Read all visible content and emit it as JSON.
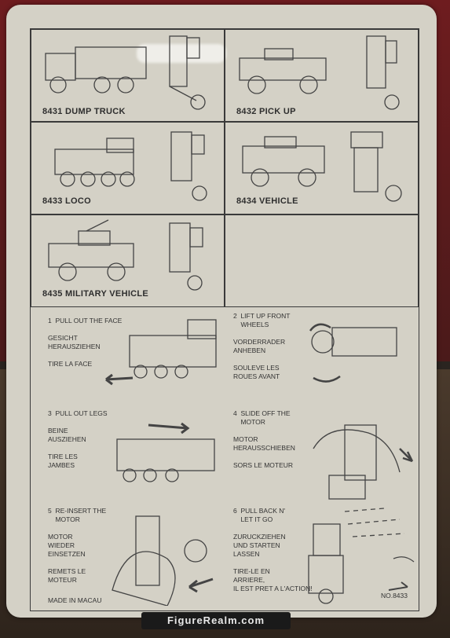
{
  "vehicles": [
    {
      "caption": "8431 DUMP TRUCK"
    },
    {
      "caption": "8432 PICK UP"
    },
    {
      "caption": "8433 LOCO"
    },
    {
      "caption": "8434 VEHICLE"
    },
    {
      "caption": "8435 MILITARY VEHICLE"
    }
  ],
  "steps": [
    {
      "text": "1  PULL OUT THE FACE\n\nGESICHT\nHERAUSZIEHEN\n\nTIRE LA FACE"
    },
    {
      "text": "2  LIFT UP FRONT\n    WHEELS\n\nVORDERRADER\nANHEBEN\n\nSOULEVE LES\nROUES AVANT"
    },
    {
      "text": "3  PULL OUT LEGS\n\nBEINE\nAUSZIEHEN\n\nTIRE LES\nJAMBES"
    },
    {
      "text": "4  SLIDE OFF THE\n    MOTOR\n\nMOTOR\nHERAUSSCHIEBEN\n\nSORS LE MOTEUR"
    },
    {
      "text": "5  RE-INSERT THE\n    MOTOR\n\nMOTOR\nWIEDER\nEINSETZEN\n\nREMETS LE\nMOTEUR"
    },
    {
      "text": "6  PULL BACK N'\n    LET IT GO\n\nZURUCKZIEHEN\nUND STARTEN\nLASSEN\n\nTIRE-LE EN\nARRIERE,\nIL EST PRET A L'ACTION!"
    }
  ],
  "footer": {
    "made_in": "MADE IN MACAU",
    "number": "NO.8433"
  },
  "watermark": "FigureRealm.com"
}
